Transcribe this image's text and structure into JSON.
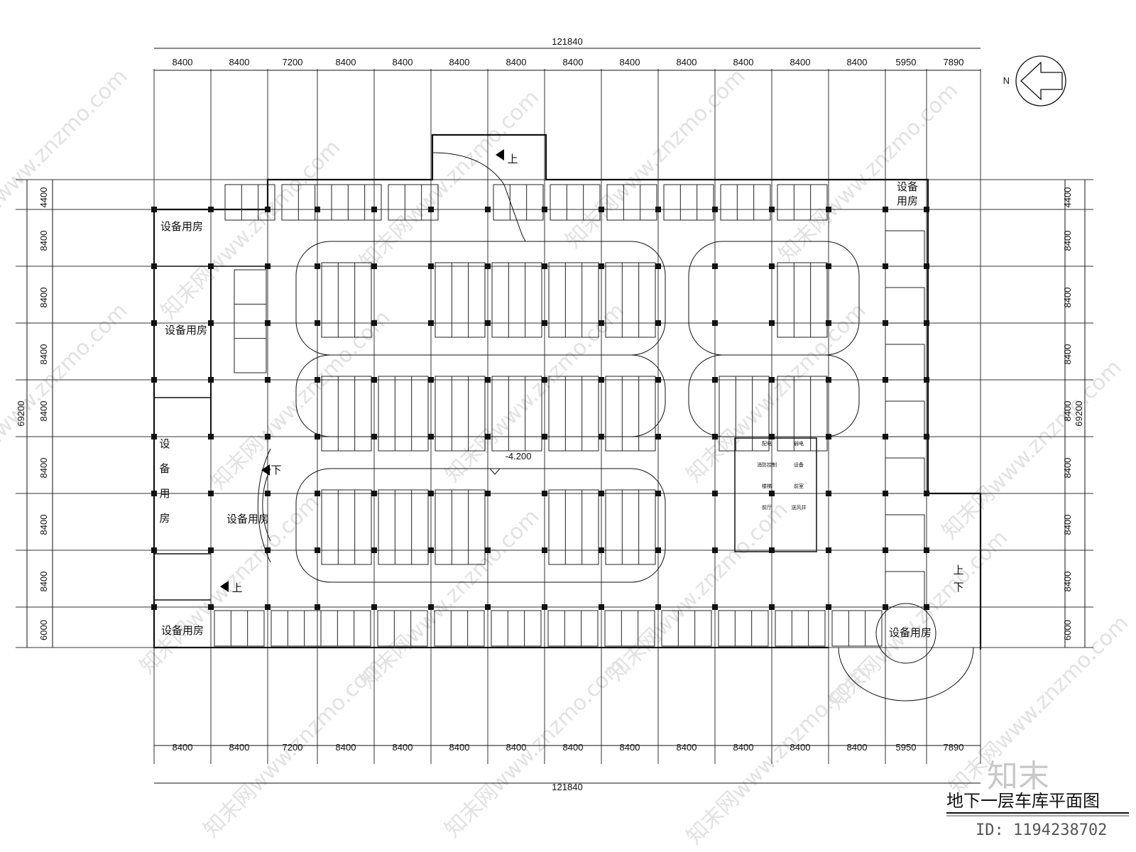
{
  "drawing": {
    "overall_width_label": "121840",
    "overall_height_label": "69200",
    "x_dims": [
      "8400",
      "8400",
      "7200",
      "8400",
      "8400",
      "8400",
      "8400",
      "8400",
      "8400",
      "8400",
      "8400",
      "8400",
      "8400",
      "5950",
      "7890"
    ],
    "y_dims": [
      "4400",
      "8400",
      "8400",
      "8400",
      "8400",
      "8400",
      "8400",
      "8400",
      "6000"
    ],
    "elevation": "-4.200",
    "north": "N"
  },
  "rooms": {
    "equipment_room": "设备用房",
    "equipment_room_vertical": [
      "设",
      "备",
      "用",
      "房"
    ],
    "equipment_room_two_line": [
      "设备",
      "用房"
    ]
  },
  "ramps": {
    "up": "上",
    "down": "下"
  },
  "core_labels": [
    "配电",
    "弱电",
    "消防控制",
    "设备",
    "楼梯",
    "前室",
    "前厅",
    "送风井"
  ],
  "title_block": {
    "title": "地下一层车库平面图",
    "id": "ID: 1194238702",
    "brand": "知末"
  },
  "watermark": "知末网www.znzmo.com"
}
